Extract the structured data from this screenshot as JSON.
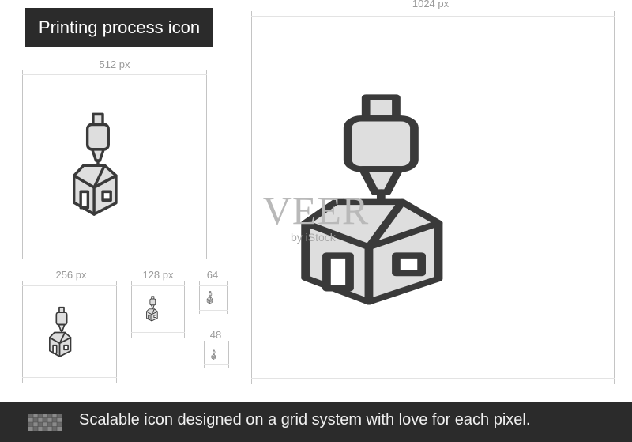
{
  "header": {
    "title": "Printing process icon"
  },
  "sizes": {
    "s1024": "1024 px",
    "s512": "512 px",
    "s256": "256 px",
    "s128": "128 px",
    "s64": "64",
    "s48": "48"
  },
  "watermark": {
    "brand": "VEER",
    "sub": "by iStock"
  },
  "footer": {
    "text": "Scalable icon designed on a grid system with love for each pixel.",
    "icon": "pixel-grid-icon"
  },
  "colors": {
    "stroke": "#3a3a3a",
    "fill": "#dedede",
    "dark_panel": "#2b2b2b"
  }
}
